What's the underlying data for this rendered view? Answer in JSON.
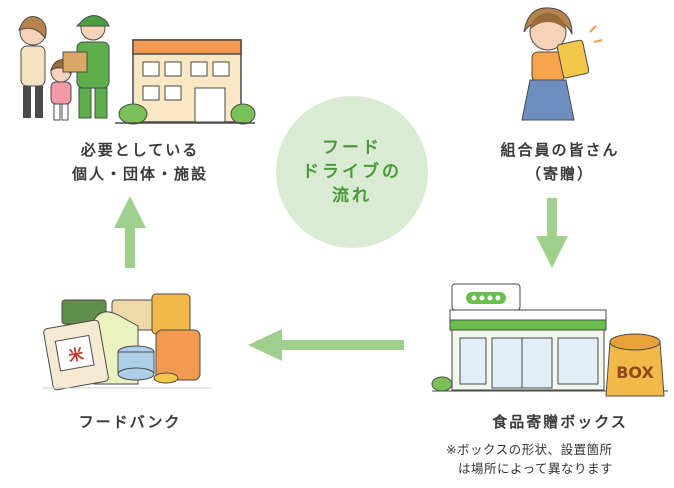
{
  "center": {
    "line1": "フード",
    "line2": "ドライブの",
    "line3": "流れ"
  },
  "nodes": {
    "recipients": {
      "line1": "必要としている",
      "line2": "個人・団体・施設"
    },
    "members": {
      "line1": "組合員の皆さん",
      "line2": "（寄贈）"
    },
    "box": {
      "label": "食品寄贈ボックス",
      "box_text": "BOX"
    },
    "foodbank": {
      "label": "フードバンク",
      "rice_text": "米"
    }
  },
  "note": {
    "line1": "※ボックスの形状、設置箇所",
    "line2": "は場所によって異なります"
  },
  "colors": {
    "arrow": "#9fcf8c",
    "circle": "#d9ecd3",
    "accent": "#4a9a3c"
  }
}
